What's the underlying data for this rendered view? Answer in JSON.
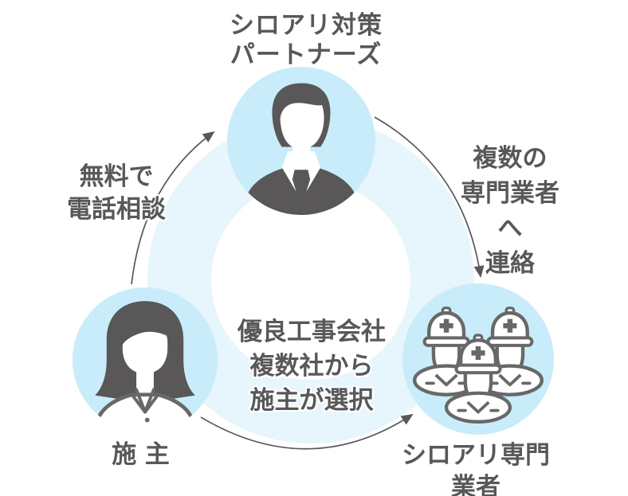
{
  "diagram": {
    "nodes": {
      "partners": {
        "label": "シロアリ対策\nパートナーズ",
        "icon": "businessman-icon"
      },
      "owner": {
        "label": "施 主",
        "icon": "woman-icon"
      },
      "contractors": {
        "label": "シロアリ専門業者",
        "icon": "workers-icon"
      }
    },
    "edges": {
      "owner_to_partners": {
        "from": "owner",
        "to": "partners",
        "label": "無料で\n電話相談"
      },
      "partners_to_contractors": {
        "from": "partners",
        "to": "contractors",
        "label": "複数の\n専門業者へ\n連絡"
      },
      "owner_to_contractors": {
        "from": "owner",
        "to": "contractors",
        "label": "優良工事会社\n複数社から\n施主が選択"
      }
    },
    "colors": {
      "background": "#ffffff",
      "node_fill": "#c8ecfa",
      "ring_fill": "#e7f5fc",
      "arrow": "#595757",
      "text": "#595757",
      "icon_dark": "#595757",
      "icon_outline": "#686868"
    }
  }
}
